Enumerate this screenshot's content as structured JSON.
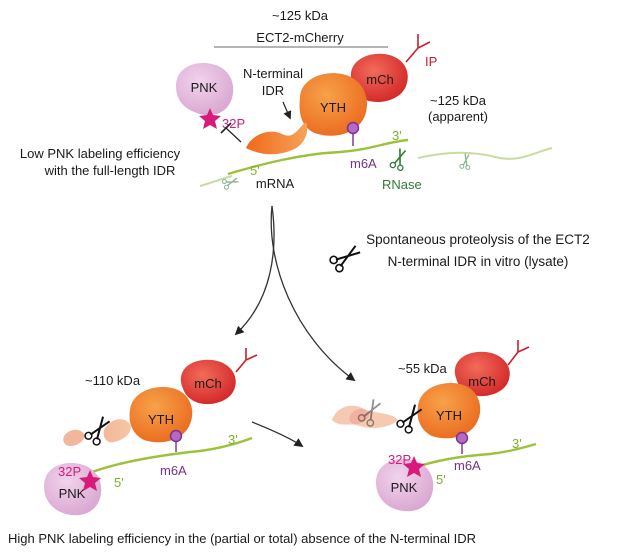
{
  "colors": {
    "idr_orange": "#f07a2a",
    "ych_orange": "#f28c3c",
    "mch_red": "#e03a3a",
    "ip_red": "#c8202b",
    "pnk_pink": "#e7b8dc",
    "rna_green": "#9cc23a",
    "m6a_purple": "#7a2f8a",
    "p32_magenta": "#d81b7a",
    "rnase_green": "#2f7a3a"
  },
  "top": {
    "mass_label": "~125 kDa",
    "construct_label": "ECT2-mCherry",
    "ip_label": "IP",
    "mch_label": "mCh",
    "yth_label": "YTH",
    "idr_label_line1": "N-terminal",
    "idr_label_line2": "IDR",
    "pnk_label": "PNK",
    "p32_label": "32P",
    "apparent_mass_line1": "~125 kDa",
    "apparent_mass_line2": "(apparent)",
    "three_prime": "3'",
    "five_prime": "5'",
    "m6a_label": "m6A",
    "mrna_label": "mRNA",
    "rnase_label": "RNase",
    "low_efficiency_line1": "Low PNK labeling efficiency",
    "low_efficiency_line2": "with the full-length IDR"
  },
  "middle": {
    "proteolysis_line1": "Spontaneous proteolysis of the ECT2",
    "proteolysis_line2": "N-terminal IDR in vitro (lysate)"
  },
  "bottom_left": {
    "mass_label": "~110 kDa",
    "mch_label": "mCh",
    "yth_label": "YTH",
    "pnk_label": "PNK",
    "p32_label": "32P",
    "three_prime": "3'",
    "five_prime": "5'",
    "m6a_label": "m6A"
  },
  "bottom_right": {
    "mass_label": "~55 kDa",
    "mch_label": "mCh",
    "yth_label": "YTH",
    "pnk_label": "PNK",
    "p32_label": "32P",
    "three_prime": "3'",
    "five_prime": "5'",
    "m6a_label": "m6A"
  },
  "footer": {
    "caption": "High PNK labeling efficiency in the (partial or total) absence of the N-terminal IDR"
  }
}
